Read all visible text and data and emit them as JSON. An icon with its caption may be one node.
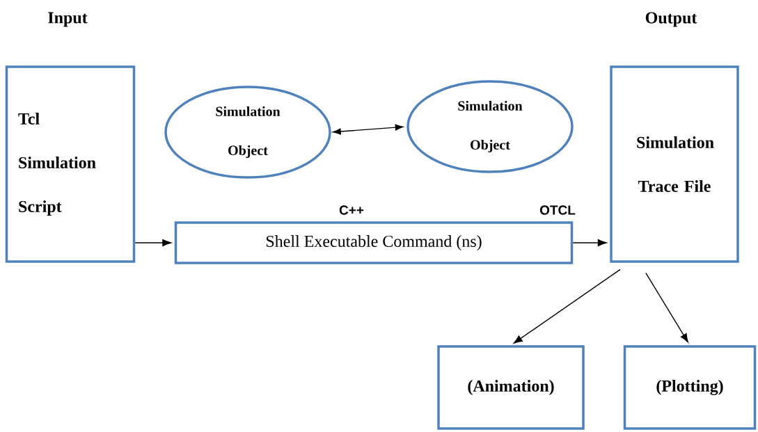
{
  "diagram": {
    "nodes": [
      {
        "text": [
          "Tcl Simulation Script"
        ]
      },
      {
        "text": [
          "Simulation Object"
        ]
      },
      {
        "text": [
          "Simulation Object"
        ]
      },
      {
        "text": [
          "Shell Executable Command (ns)"
        ]
      },
      {
        "text": [
          "Simulation Trace File"
        ]
      },
      {
        "text": [
          "(Animation)"
        ]
      },
      {
        "text": [
          "(Plotting)"
        ]
      }
    ],
    "edges": [
      {
        "from": 1,
        "to": 2,
        "arrow": "both"
      },
      {
        "from": 0,
        "to": 3,
        "arrow": "to"
      },
      {
        "from": 3,
        "to": 4,
        "arrow": "to"
      },
      {
        "from": 4,
        "to": 5,
        "arrow": "to"
      },
      {
        "from": 4,
        "to": 6,
        "arrow": "to"
      }
    ],
    "labels": [
      "Input",
      "Output",
      "C++",
      "OTCL"
    ]
  }
}
